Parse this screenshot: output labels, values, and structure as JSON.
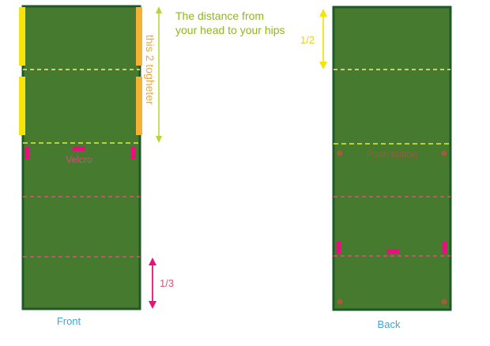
{
  "labels": {
    "distance": [
      "The distance from",
      "your head to your hips"
    ],
    "together": "this 2 togheter",
    "velcro": "Velcro",
    "push_button": "Push button",
    "one_third": "1/3",
    "one_half": "1/2",
    "front": "Front",
    "back": "Back"
  },
  "colors": {
    "panel_fill": "#467a2e",
    "panel_border": "#1f5a26",
    "yellow_tab": "#f7e40c",
    "orange_tab": "#f4b134",
    "lime": "#b6d43a",
    "magenta": "#e3137a",
    "dashed_light": "#f1f08a",
    "dashed_pink": "#d6547a",
    "brown_dot": "#a45a3d",
    "caption": "#3da6d9",
    "distance_text": "#8fb71f"
  }
}
